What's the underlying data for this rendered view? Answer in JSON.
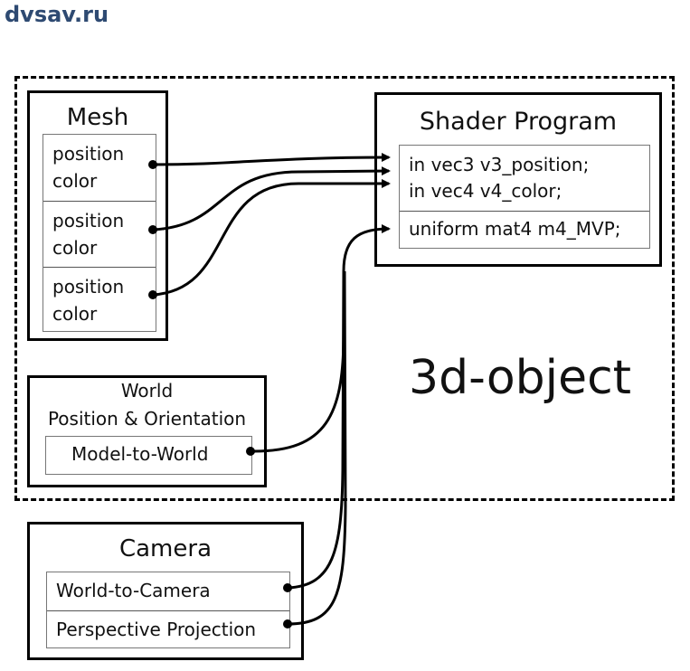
{
  "site": {
    "label": "dvsav.ru"
  },
  "container": {
    "label": "3d-object"
  },
  "mesh": {
    "title": "Mesh",
    "vertices": [
      {
        "line1": "position",
        "line2": "color"
      },
      {
        "line1": "position",
        "line2": "color"
      },
      {
        "line1": "position",
        "line2": "color"
      }
    ]
  },
  "shader": {
    "title": "Shader Program",
    "inputs": [
      "in vec3 v3_position;",
      "in vec4 v4_color;"
    ],
    "uniform": "uniform mat4 m4_MVP;"
  },
  "world": {
    "title_line1": "World",
    "title_line2": "Position & Orientation",
    "matrix": "Model-to-World"
  },
  "camera": {
    "title": "Camera",
    "matrices": [
      "World-to-Camera",
      "Perspective Projection"
    ]
  },
  "connections": [
    {
      "from": "mesh.vertex-1",
      "to": "shader.inputs"
    },
    {
      "from": "mesh.vertex-2",
      "to": "shader.inputs"
    },
    {
      "from": "mesh.vertex-3",
      "to": "shader.inputs"
    },
    {
      "from": "world.model-to-world",
      "to": "shader.uniform"
    },
    {
      "from": "camera.world-to-camera",
      "to": "shader.uniform"
    },
    {
      "from": "camera.perspective-projection",
      "to": "shader.uniform"
    }
  ]
}
